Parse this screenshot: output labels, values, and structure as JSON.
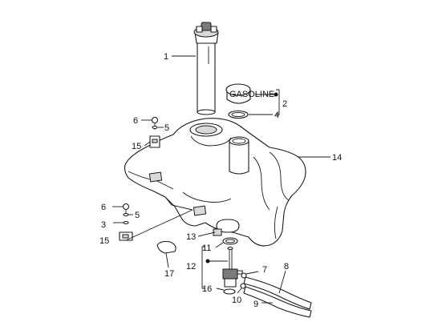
{
  "diagram": {
    "callouts": {
      "c1": "1",
      "c2": "2",
      "c3": "3",
      "c4": "4",
      "c5a": "5",
      "c5b": "5",
      "c6a": "6",
      "c6b": "6",
      "c7": "7",
      "c8": "8",
      "c9": "9",
      "c10": "10",
      "c11": "11",
      "c12": "12",
      "c13": "13",
      "c14": "14",
      "c15a": "15",
      "c15b": "15",
      "c16": "16",
      "c17": "17"
    },
    "cap_text": "GASOLINE"
  }
}
